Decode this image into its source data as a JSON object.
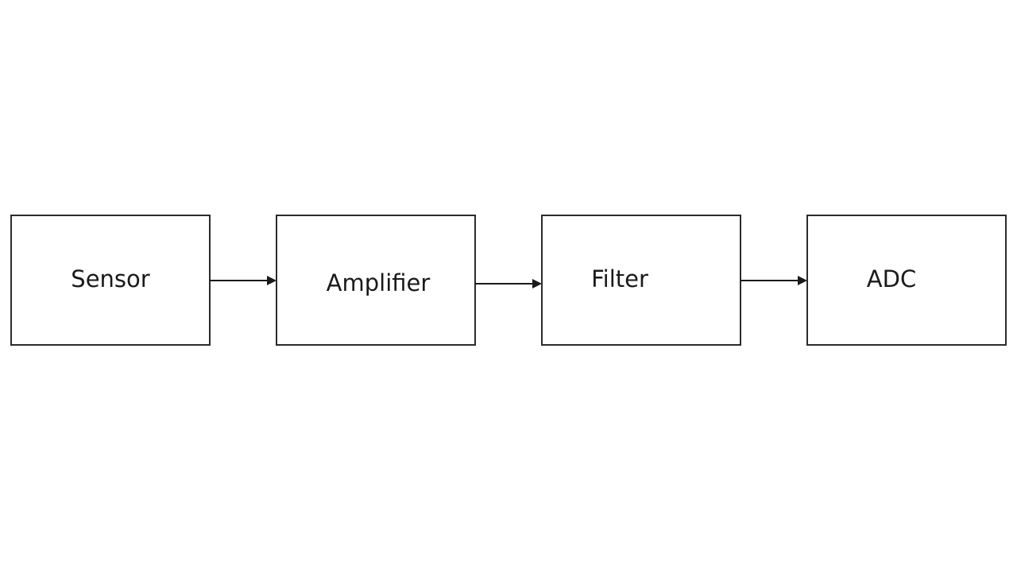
{
  "diagram": {
    "blocks": [
      {
        "id": "sensor",
        "label": "Sensor"
      },
      {
        "id": "amplifier",
        "label": "Amplifier"
      },
      {
        "id": "filter",
        "label": "Filter"
      },
      {
        "id": "adc",
        "label": "ADC"
      }
    ],
    "connections": [
      {
        "from": "sensor",
        "to": "amplifier"
      },
      {
        "from": "amplifier",
        "to": "filter"
      },
      {
        "from": "filter",
        "to": "adc"
      }
    ],
    "colors": {
      "stroke": "#2b2b2b",
      "text": "#1a1a1a",
      "background": "#ffffff"
    }
  }
}
